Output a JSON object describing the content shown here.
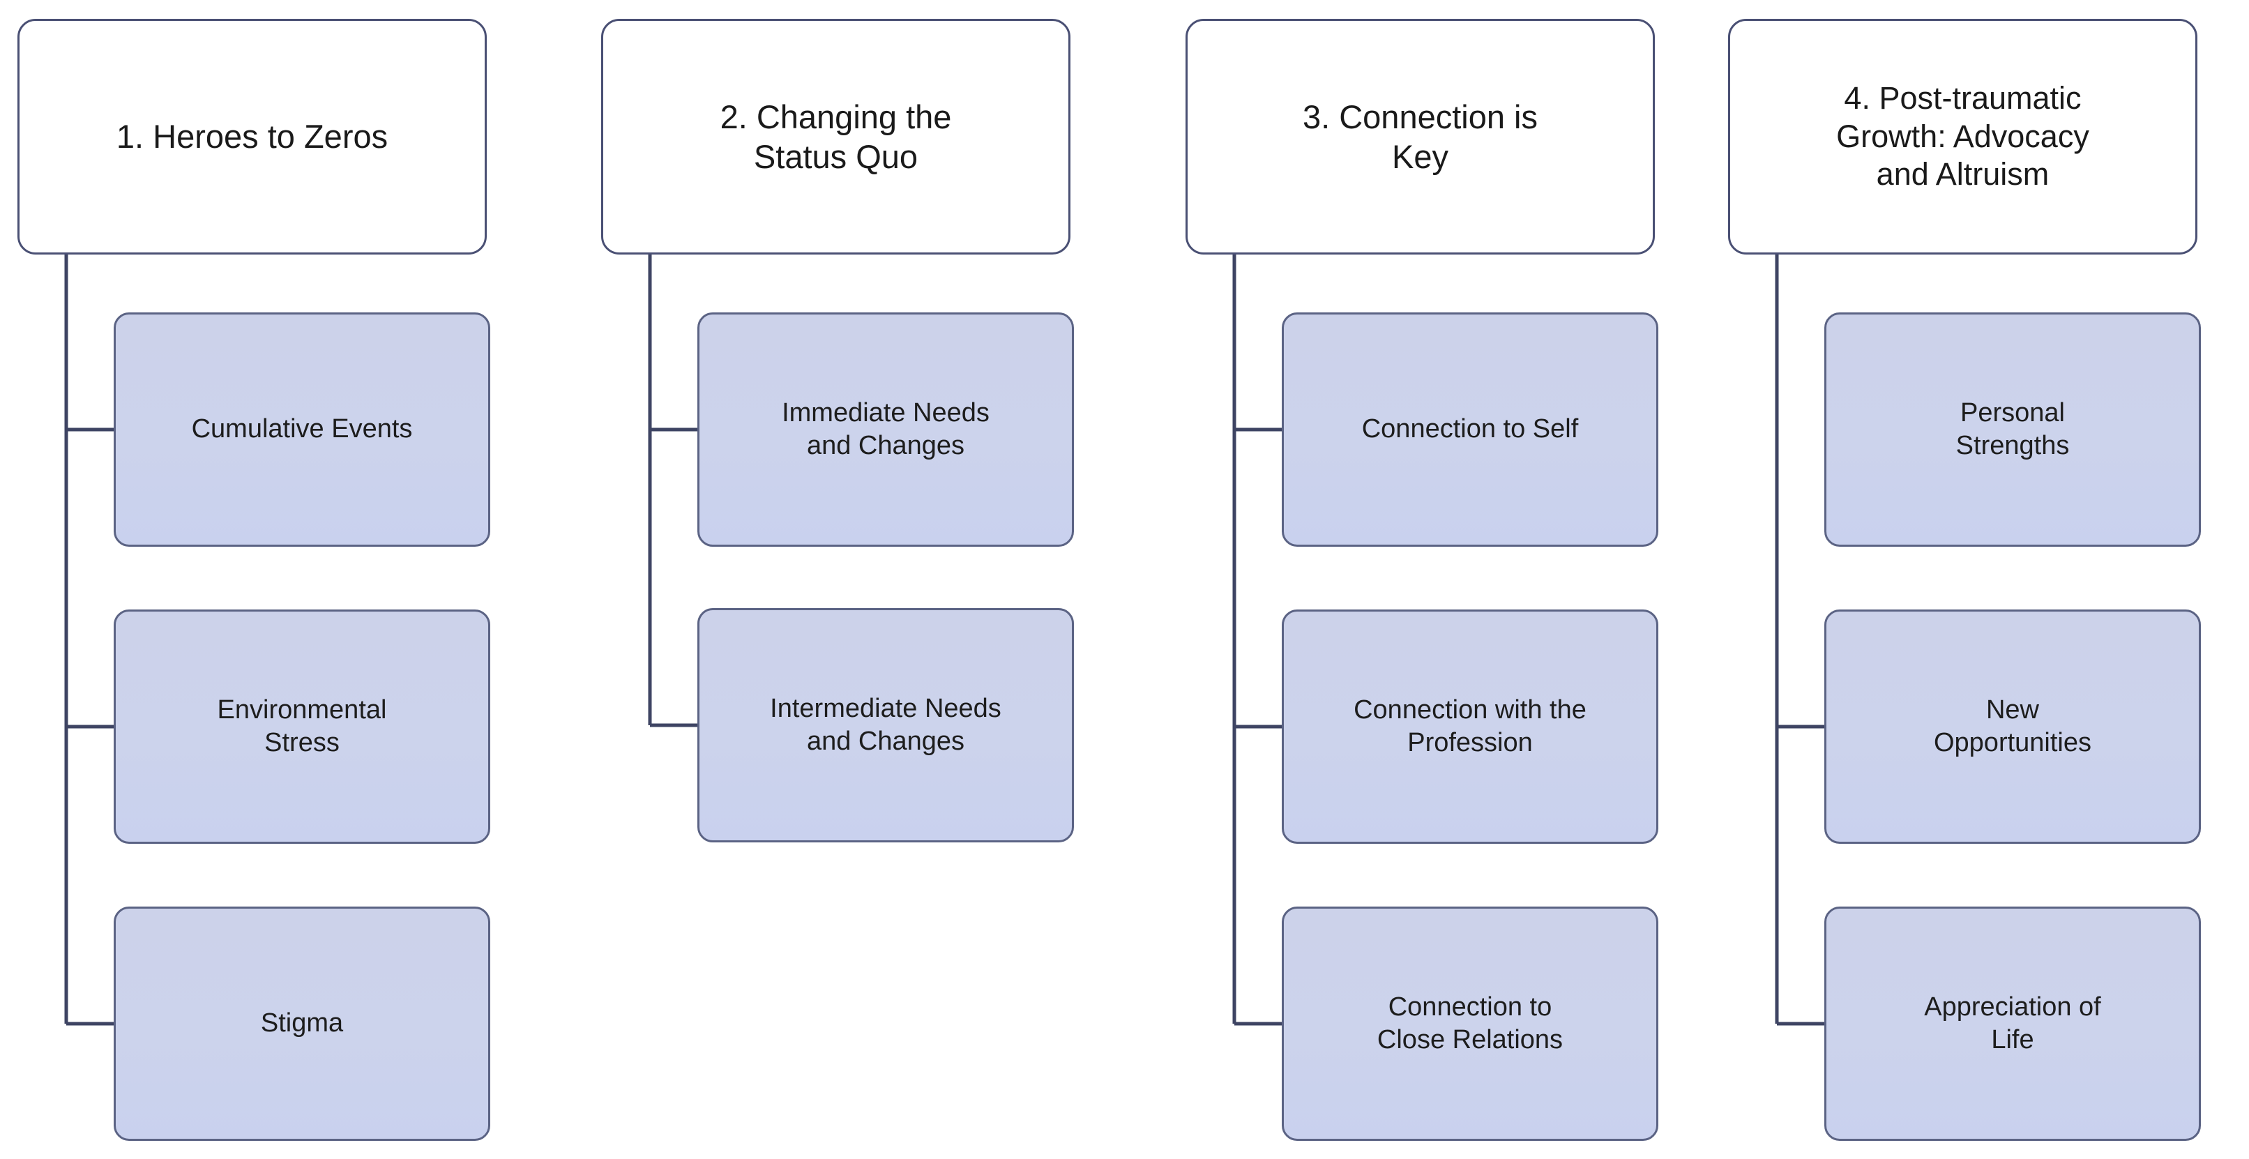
{
  "diagram": {
    "title": "Thematic framework: four themes with sub-themes",
    "type": "hierarchy-tree",
    "orientation": "vertical-columns",
    "colors": {
      "background": "#ffffff",
      "header_fill": "#ffffff",
      "header_border": "#4a5074",
      "child_fill": "#ccd3ec",
      "child_border": "#5b6384",
      "connector_line": "#3e4463",
      "text": "#1a1a1a"
    },
    "columns": [
      {
        "id": "theme-1",
        "header": "1. Heroes to Zeros",
        "children": [
          "Cumulative Events",
          "Environmental\nStress",
          "Stigma"
        ]
      },
      {
        "id": "theme-2",
        "header": "2. Changing the\nStatus Quo",
        "children": [
          "Immediate Needs\nand Changes",
          "Intermediate Needs\nand Changes"
        ]
      },
      {
        "id": "theme-3",
        "header": "3. Connection is\nKey",
        "children": [
          "Connection to Self",
          "Connection with the\nProfession",
          "Connection to\nClose Relations"
        ]
      },
      {
        "id": "theme-4",
        "header": "4. Post-traumatic\nGrowth: Advocacy\nand Altruism",
        "children": [
          "Personal\nStrengths",
          "New\nOpportunities",
          "Appreciation of\nLife"
        ]
      }
    ]
  }
}
